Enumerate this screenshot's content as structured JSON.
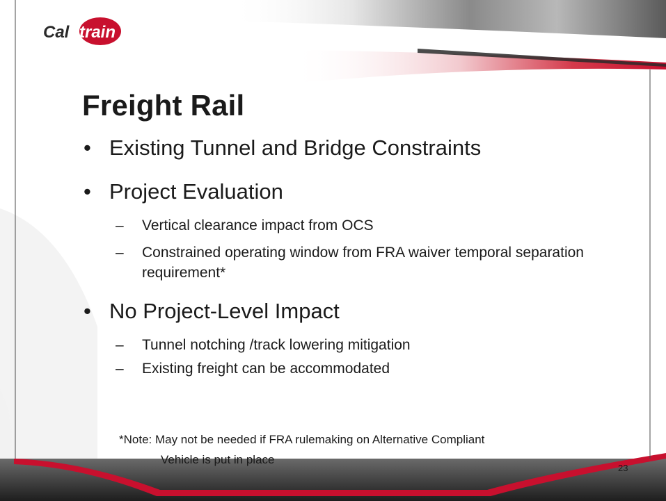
{
  "brand": {
    "logo_text_1": "Cal",
    "logo_text_2": "train",
    "logo_red": "#c8102e"
  },
  "slide": {
    "title": "Freight Rail",
    "bullets": [
      {
        "bullet": "•",
        "text": "Existing Tunnel and Bridge Constraints"
      },
      {
        "bullet": "•",
        "text": "Project Evaluation",
        "subitems": [
          {
            "dash": "–",
            "text": "Vertical clearance impact from OCS"
          },
          {
            "dash": "–",
            "text": "Constrained operating window from FRA waiver temporal separation requirement*"
          }
        ]
      },
      {
        "bullet": "•",
        "text": "No Project-Level Impact",
        "subitems": [
          {
            "dash": "–",
            "text": "Tunnel notching /track lowering mitigation"
          },
          {
            "dash": "–",
            "text": "Existing freight can be accommodated"
          }
        ]
      }
    ],
    "note_line1": "*Note: May not be needed if FRA rulemaking on Alternative Compliant",
    "note_line2": "Vehicle is put in place",
    "page_number": "23"
  },
  "colors": {
    "accent_red": "#c8102e",
    "dark_gray": "#3a3a3a"
  }
}
